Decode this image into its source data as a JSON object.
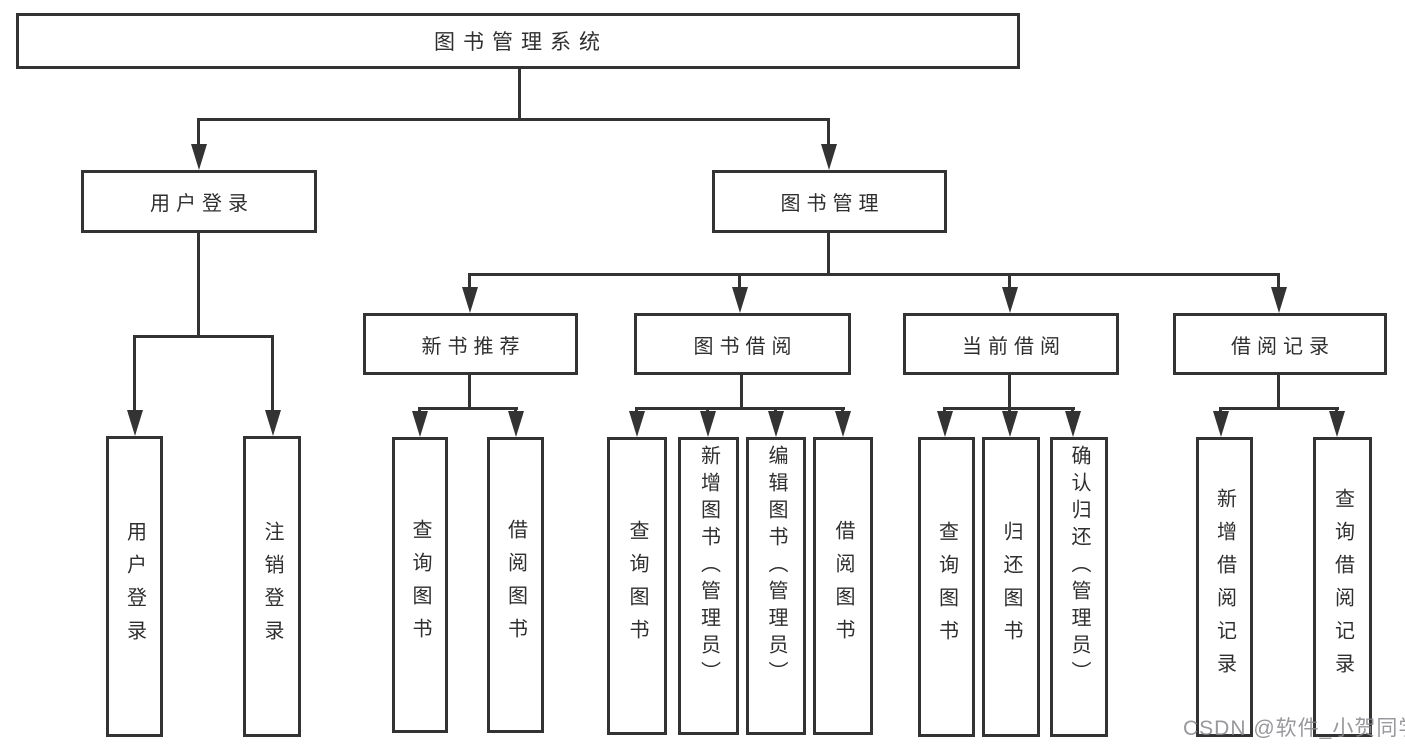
{
  "diagram_type": "tree-structure-chart",
  "tree": {
    "root": {
      "label": "图书管理系统"
    },
    "user_login": {
      "label": "用户登录",
      "children": [
        "用户登录",
        "注销登录"
      ]
    },
    "book_mgmt": {
      "label": "图书管理"
    },
    "new_books": {
      "label": "新书推荐",
      "children": [
        "查询图书",
        "借阅图书"
      ]
    },
    "book_borrow": {
      "label": "图书借阅",
      "children": [
        "查询图书",
        "新增图书（管理员）",
        "编辑图书（管理员）",
        "借阅图书"
      ]
    },
    "current_borrow": {
      "label": "当前借阅",
      "children": [
        "查询图书",
        "归还图书",
        "确认归还（管理员）"
      ]
    },
    "borrow_records": {
      "label": "借阅记录",
      "children": [
        "新增借阅记录",
        "查询借阅记录"
      ]
    }
  },
  "watermark": "CSDN @软件_小贺同学",
  "colors": {
    "line": "#333333",
    "text": "#2f2f2f",
    "watermark": "#86868c",
    "background": "#ffffff"
  }
}
